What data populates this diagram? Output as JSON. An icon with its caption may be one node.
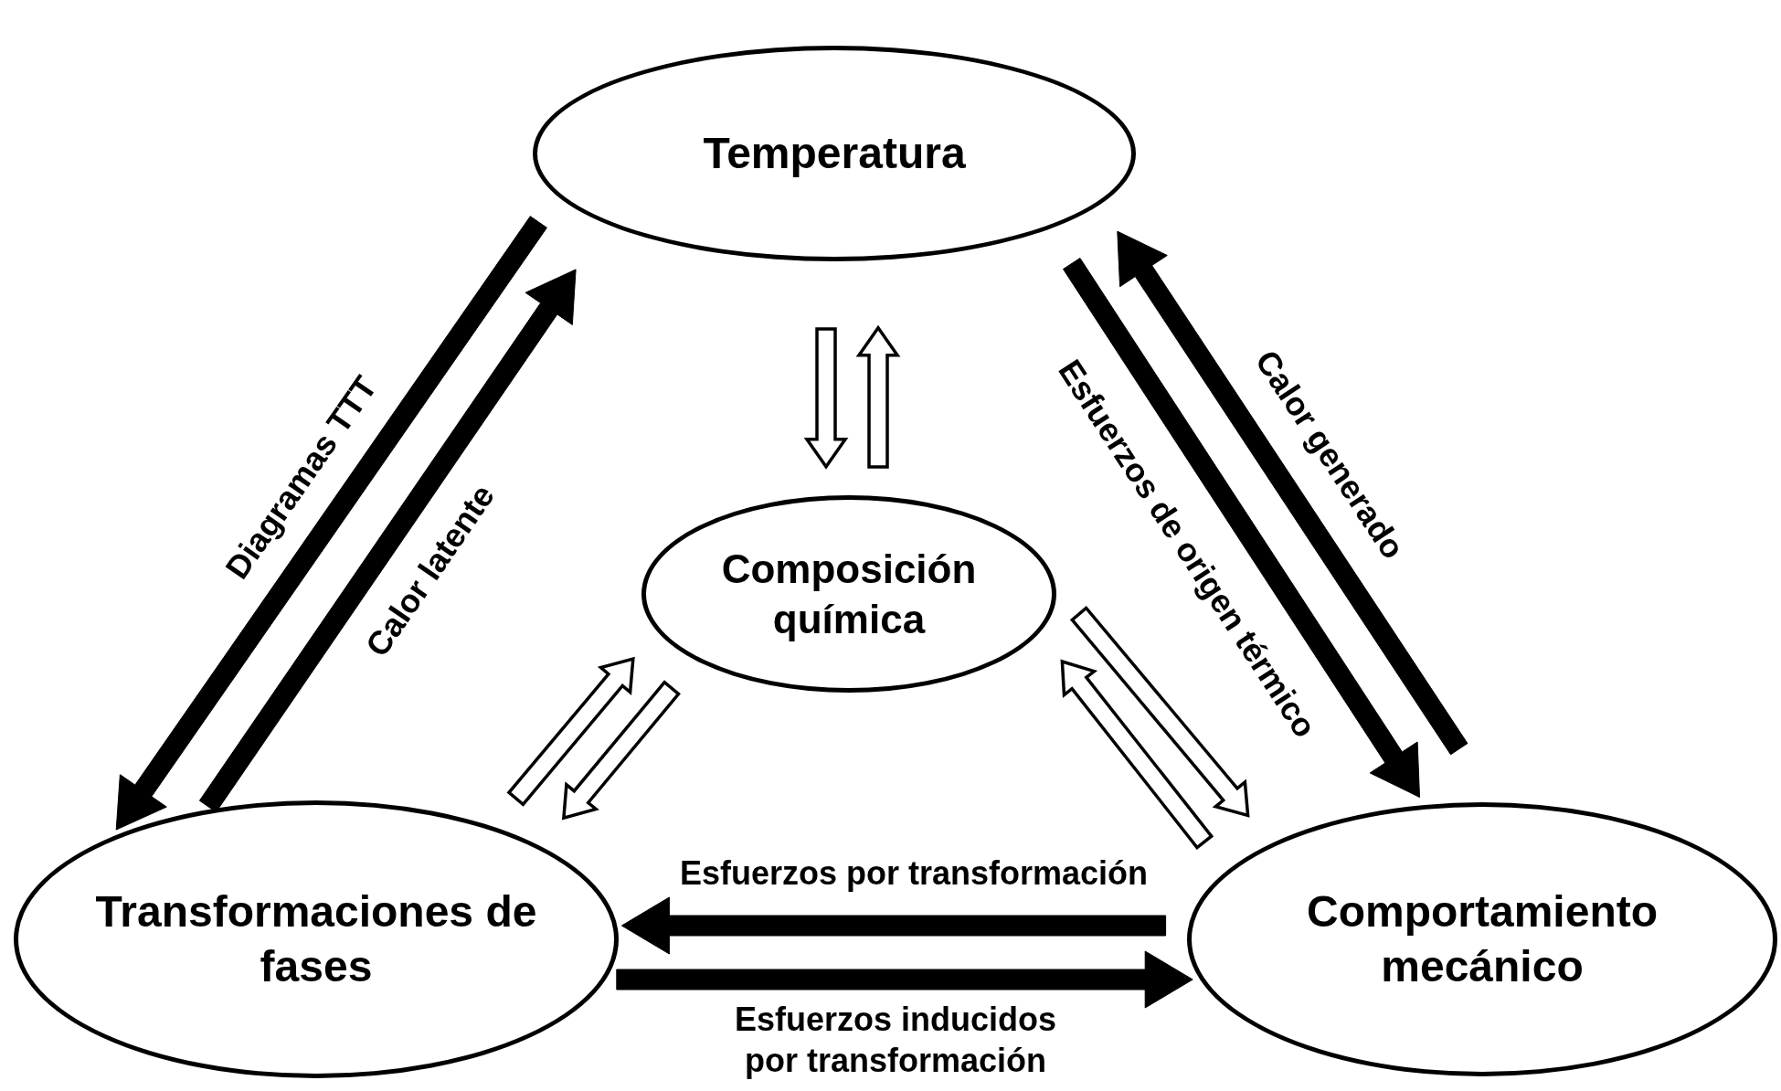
{
  "diagram": {
    "nodes": [
      {
        "text": [
          "Temperatura"
        ]
      },
      {
        "text": [
          "Composición química"
        ]
      },
      {
        "text": [
          "Transformaciones de fases"
        ]
      },
      {
        "text": [
          "Comportamiento mecánico"
        ]
      }
    ],
    "edges": [
      {
        "from": 0,
        "to": 2,
        "arrow": "to",
        "label": "Diagramas TTT",
        "style": "thick"
      },
      {
        "from": 2,
        "to": 0,
        "arrow": "to",
        "label": "Calor latente",
        "style": "thick"
      },
      {
        "from": 0,
        "to": 3,
        "arrow": "to",
        "label": "Esfuerzos de origen térmico",
        "style": "thick"
      },
      {
        "from": 3,
        "to": 0,
        "arrow": "to",
        "label": "Calor generado",
        "style": "thick"
      },
      {
        "from": 3,
        "to": 2,
        "arrow": "to",
        "label": "Esfuerzos por transformación",
        "style": "thick"
      },
      {
        "from": 2,
        "to": 3,
        "arrow": "to",
        "label": "Esfuerzos inducidos por transformación",
        "style": "thick"
      },
      {
        "from": 0,
        "to": 1,
        "arrow": "to"
      },
      {
        "from": 1,
        "to": 0,
        "arrow": "to"
      },
      {
        "from": 2,
        "to": 1,
        "arrow": "to"
      },
      {
        "from": 1,
        "to": 2,
        "arrow": "to"
      },
      {
        "from": 1,
        "to": 3,
        "arrow": "to"
      },
      {
        "from": 3,
        "to": 1,
        "arrow": "to"
      }
    ]
  }
}
